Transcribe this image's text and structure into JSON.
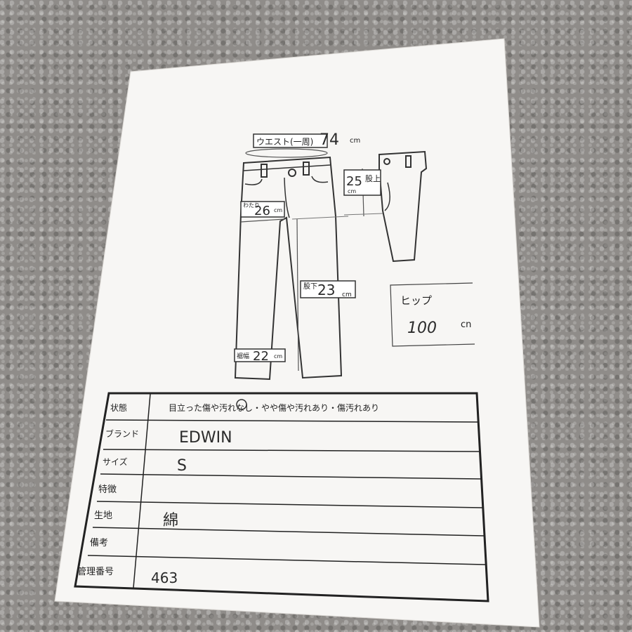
{
  "diagram": {
    "waist_label": "ウエスト(一周)",
    "waist_value": "74",
    "waist_unit": "cm",
    "rise_label": "股上",
    "rise_value": "25",
    "rise_unit": "cm",
    "thigh_label": "わたり",
    "thigh_value": "26",
    "thigh_unit": "cm",
    "inseam_label": "股下",
    "inseam_value": "23",
    "inseam_unit": "cm",
    "hem_label": "裾幅",
    "hem_value": "22",
    "hem_unit": "cm",
    "hip_label": "ヒップ",
    "hip_value": "100",
    "hip_unit": "cn"
  },
  "table": {
    "rows": [
      {
        "label": "状態",
        "value": "目立った傷や汚れなし・やや傷や汚れあり・傷汚れあり"
      },
      {
        "label": "ブランド",
        "value": "EDWIN"
      },
      {
        "label": "サイズ",
        "value": "S"
      },
      {
        "label": "特徴",
        "value": ""
      },
      {
        "label": "生地",
        "value": "綿"
      },
      {
        "label": "備考",
        "value": ""
      },
      {
        "label": "管理番号",
        "value": "463"
      }
    ]
  }
}
